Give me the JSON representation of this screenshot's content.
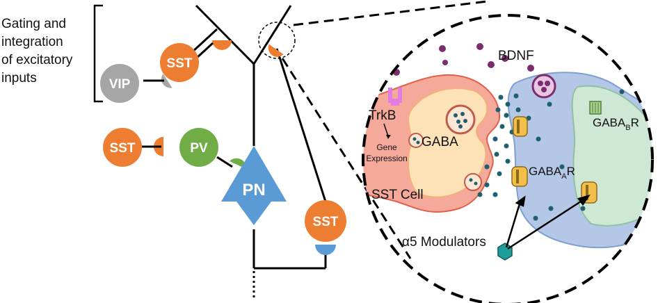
{
  "bracket_caption": [
    "Gating and",
    "integration",
    "of excitatory",
    "inputs"
  ],
  "cells": {
    "vip": "VIP",
    "sst_top": "SST",
    "sst_left": "SST",
    "pv": "PV",
    "pn": "PN",
    "sst_right": "SST"
  },
  "synapse_zoom": {
    "bdnf": "BDNF",
    "trkb": "TrkB",
    "gene_expression": [
      "Gene",
      "Expression"
    ],
    "gaba": "GABA",
    "gaba_b_receptor": {
      "main": "GABA",
      "sub": "B",
      "suffix": "R"
    },
    "gaba_a_receptor": {
      "main": "GABA",
      "sub": "A",
      "suffix": "R"
    },
    "sst_cell": "SST Cell",
    "modulators": "α5 Modulators"
  },
  "colors": {
    "sst": "#ed7d31",
    "vip": "#a5a5a5",
    "pv": "#70ad47",
    "pn": "#5b9bd5",
    "synapse_dot": "#1f5f6e",
    "bdnf": "#7b2d6e",
    "presynaptic_outer": "#f4a99a",
    "presynaptic_inner": "#fde2b8",
    "postsynaptic": "#b4c7e7",
    "postsynaptic_inner": "#cfe8d6",
    "trkb": "#e37ce0",
    "modulator": "#1e9e9a"
  }
}
